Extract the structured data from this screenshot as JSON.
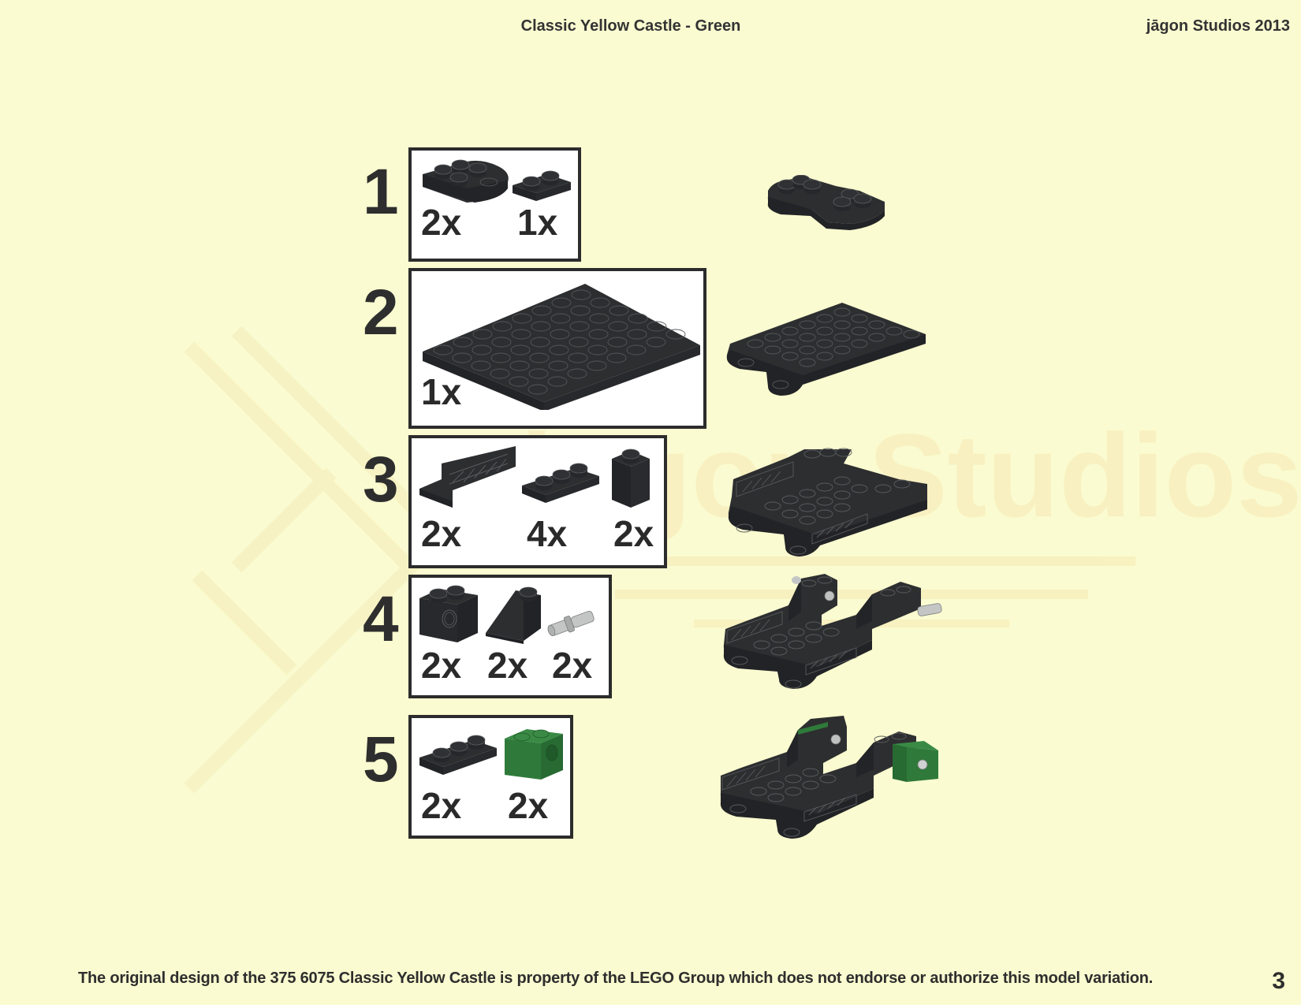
{
  "header": {
    "title": "Classic Yellow Castle - Green",
    "brand": "jāgon Studios 2013"
  },
  "footer": {
    "disclaimer": "The original design of the 375 6075 Classic Yellow Castle is property of the LEGO Group which does not endorse or authorize this model variation.",
    "page_number": "3"
  },
  "watermark": {
    "text": "jāgon Studios"
  },
  "colors": {
    "background": "#fafbd0",
    "brick_black": "#2d2e30",
    "brick_green": "#2f7a3a",
    "pin_gray": "#b8bbbb",
    "box_border": "#2c2c2c"
  },
  "steps": [
    {
      "number": "1",
      "parts": [
        {
          "icon": "plate-2x3-rounded-black-icon",
          "qty": "2x"
        },
        {
          "icon": "plate-1x2-black-icon",
          "qty": "1x"
        }
      ],
      "assembly_icon": "step-1-assembly-icon"
    },
    {
      "number": "2",
      "parts": [
        {
          "icon": "plate-6x8-black-icon",
          "qty": "1x"
        }
      ],
      "assembly_icon": "step-2-assembly-icon"
    },
    {
      "number": "3",
      "parts": [
        {
          "icon": "fence-1x4-black-icon",
          "qty": "2x"
        },
        {
          "icon": "plate-1x3-black-icon",
          "qty": "4x"
        },
        {
          "icon": "brick-1x1-black-icon",
          "qty": "2x"
        }
      ],
      "assembly_icon": "step-3-assembly-icon"
    },
    {
      "number": "4",
      "parts": [
        {
          "icon": "technic-brick-1x2-black-icon",
          "qty": "2x"
        },
        {
          "icon": "slope-1x2-black-icon",
          "qty": "2x"
        },
        {
          "icon": "technic-pin-gray-icon",
          "qty": "2x"
        }
      ],
      "assembly_icon": "step-4-assembly-icon"
    },
    {
      "number": "5",
      "parts": [
        {
          "icon": "plate-1x3-black-icon",
          "qty": "2x"
        },
        {
          "icon": "technic-brick-1x2-green-icon",
          "qty": "2x"
        }
      ],
      "assembly_icon": "step-5-assembly-icon"
    }
  ]
}
